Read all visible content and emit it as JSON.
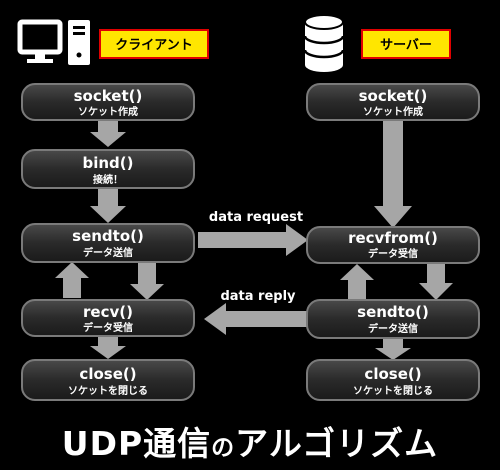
{
  "client": {
    "label": "クライアント",
    "nodes": [
      {
        "title": "socket()",
        "sub": "ソケット作成"
      },
      {
        "title": "bind()",
        "sub": "接続！"
      },
      {
        "title": "sendto()",
        "sub": "データ送信"
      },
      {
        "title": "recv()",
        "sub": "データ受信"
      },
      {
        "title": "close()",
        "sub": "ソケットを閉じる"
      }
    ]
  },
  "server": {
    "label": "サーバー",
    "nodes": [
      {
        "title": "socket()",
        "sub": "ソケット作成"
      },
      {
        "title": "recvfrom()",
        "sub": "データ受信"
      },
      {
        "title": "sendto()",
        "sub": "データ送信"
      },
      {
        "title": "close()",
        "sub": "ソケットを閉じる"
      }
    ]
  },
  "messages": {
    "request": "data request",
    "reply": "data reply"
  },
  "title": {
    "part1": "UDP通信",
    "part2": "の",
    "part3": "アルゴリズム"
  },
  "colors": {
    "node_fill": "#2e2e2e",
    "node_stroke": "#7a7a7a",
    "arrow_fill": "#a6a6a6",
    "badge_fill": "#ffe600",
    "badge_stroke": "#e00000"
  },
  "icons": {
    "client": "desktop-computer-icon",
    "server": "database-server-icon"
  }
}
